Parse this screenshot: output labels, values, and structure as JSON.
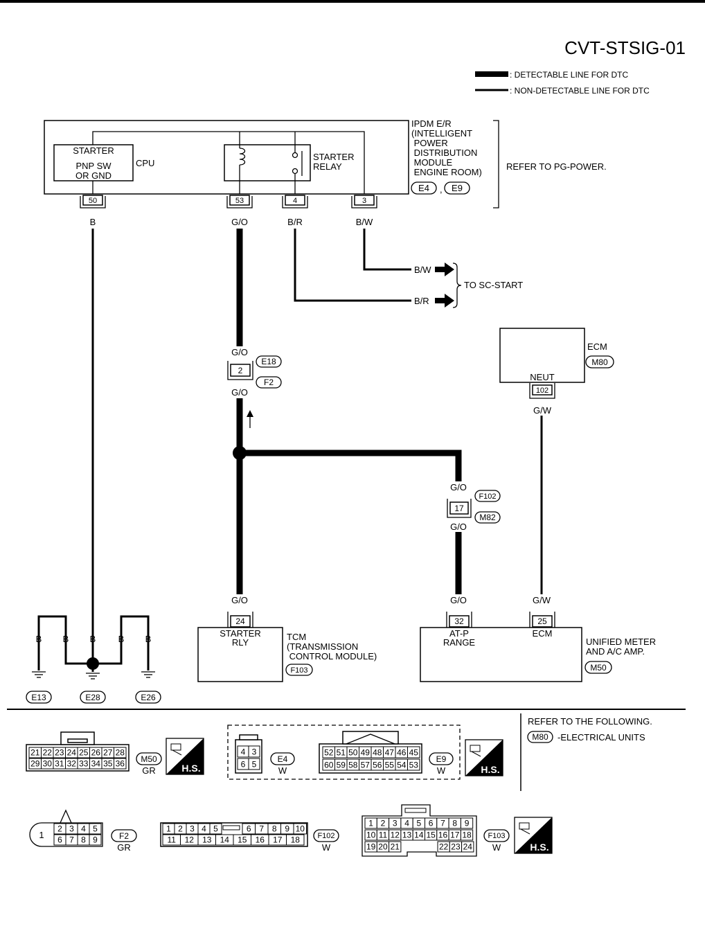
{
  "title": "CVT-STSIG-01",
  "legend": {
    "detectable": ": DETECTABLE LINE FOR DTC",
    "non_detectable": ": NON-DETECTABLE LINE FOR DTC"
  },
  "ipdm": {
    "lines": [
      "IPDM E/R",
      "(INTELLIGENT",
      " POWER",
      " DISTRIBUTION",
      " MODULE",
      " ENGINE ROOM)"
    ],
    "connectors": [
      "E4",
      "E9"
    ],
    "comma": ",",
    "refer": "REFER TO PG-POWER.",
    "starter_box": [
      "STARTER",
      "PNP SW",
      "OR GND"
    ],
    "cpu": "CPU",
    "relay": [
      "STARTER",
      "RELAY"
    ],
    "pins": [
      "50",
      "53",
      "4",
      "3"
    ],
    "wires": [
      "B",
      "G/O",
      "B/R",
      "B/W"
    ]
  },
  "sc_start": {
    "wire1": "B/W",
    "wire2": "B/R",
    "label": "TO SC-START"
  },
  "joint_e18": {
    "wire_top": "G/O",
    "pin": "2",
    "conn_top": "E18",
    "conn_bottom": "F2",
    "wire_bottom": "G/O"
  },
  "ecm": {
    "name": "ECM",
    "connector": "M80",
    "terminal": "NEUT",
    "pin": "102",
    "wire": "G/W"
  },
  "joint_f102": {
    "wire_top": "G/O",
    "pin": "17",
    "conn_top": "F102",
    "conn_bottom": "M82",
    "wire_bottom": "G/O"
  },
  "tcm": {
    "wire": "G/O",
    "pin": "24",
    "terminal": [
      "STARTER",
      "RLY"
    ],
    "name": [
      "TCM",
      "(TRANSMISSION",
      " CONTROL MODULE)"
    ],
    "connector": "F103"
  },
  "meter": {
    "wire1": "G/O",
    "pin1": "32",
    "terminal1": [
      "AT-P",
      "RANGE"
    ],
    "wire2": "G/W",
    "pin2": "25",
    "terminal2": "ECM",
    "name": [
      "UNIFIED METER",
      "AND A/C AMP."
    ],
    "connector": "M50"
  },
  "grounds": {
    "wires": [
      "B",
      "B",
      "B",
      "B",
      "B"
    ],
    "connectors": [
      "E13",
      "E28",
      "E26"
    ]
  },
  "footer": {
    "refer_title": "REFER TO THE FOLLOWING.",
    "refer_conn": "M80",
    "refer_text": "-ELECTRICAL UNITS",
    "hs": "H.S.",
    "m50": {
      "id": "M50",
      "color": "GR",
      "row1": [
        "21",
        "22",
        "23",
        "24",
        "25",
        "26",
        "27",
        "28"
      ],
      "row2": [
        "29",
        "30",
        "31",
        "32",
        "33",
        "34",
        "35",
        "36"
      ]
    },
    "e4": {
      "id": "E4",
      "color": "W",
      "row1": [
        "4",
        "3"
      ],
      "row2": [
        "6",
        "5"
      ]
    },
    "e9": {
      "id": "E9",
      "color": "W",
      "row1": [
        "52",
        "51",
        "50",
        "49",
        "48",
        "47",
        "46",
        "45"
      ],
      "row2": [
        "60",
        "59",
        "58",
        "57",
        "56",
        "55",
        "54",
        "53"
      ]
    },
    "f2": {
      "id": "F2",
      "color": "GR",
      "big": "1",
      "row1": [
        "2",
        "3",
        "4",
        "5"
      ],
      "row2": [
        "6",
        "7",
        "8",
        "9"
      ]
    },
    "f102": {
      "id": "F102",
      "color": "W",
      "row1a": [
        "1",
        "2",
        "3",
        "4",
        "5"
      ],
      "row1b": [
        "6",
        "7",
        "8",
        "9",
        "10"
      ],
      "row2": [
        "11",
        "12",
        "13",
        "14",
        "15",
        "16",
        "17",
        "18"
      ]
    },
    "f103": {
      "id": "F103",
      "color": "W",
      "row1": [
        "1",
        "2",
        "3",
        "4",
        "5",
        "6",
        "7",
        "8",
        "9"
      ],
      "row2": [
        "10",
        "11",
        "12",
        "13",
        "14",
        "15",
        "16",
        "17",
        "18"
      ],
      "row3a": [
        "19",
        "20",
        "21"
      ],
      "row3b": [
        "22",
        "23",
        "24"
      ]
    }
  }
}
